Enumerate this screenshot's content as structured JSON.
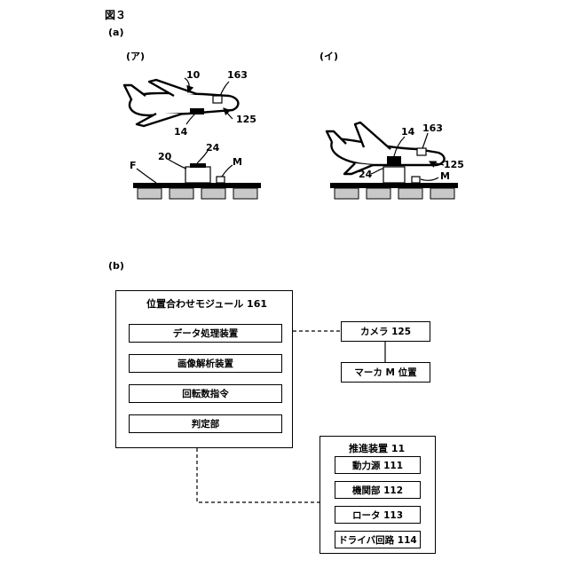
{
  "figure_title": "図３",
  "part_a": {
    "label": "(a)",
    "sub_left": {
      "label": "(ア)",
      "aircraft_ref": "10",
      "marker_ref_163": "163",
      "camera_ref": "125",
      "propulsion_ref": "14",
      "field_ref": "F",
      "stand_ref": "20",
      "holder_ref": "24",
      "marker_ref": "M"
    },
    "sub_right": {
      "label": "(イ)",
      "propulsion_ref": "14",
      "marker_ref_163": "163",
      "camera_ref": "125",
      "holder_ref": "24",
      "marker_ref": "M"
    }
  },
  "part_b": {
    "label": "(b)",
    "alignment_module": {
      "title": "位置合わせモジュール 161",
      "items": [
        "データ処理装置",
        "画像解析装置",
        "回転数指令",
        "判定部"
      ]
    },
    "camera_box": "カメラ 125",
    "marker_position_box": "マーカ M 位置",
    "propulsion_device": {
      "title": "推進装置 11",
      "items": [
        "動力源 111",
        "機関部 112",
        "ロータ 113",
        "ドライバ回路 114"
      ]
    }
  }
}
